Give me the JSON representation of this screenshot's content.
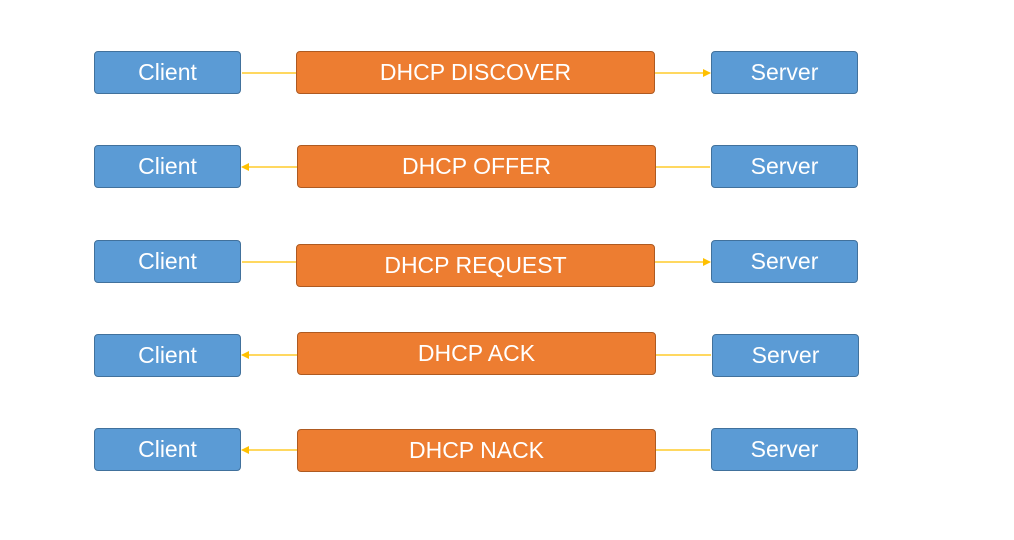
{
  "diagram": {
    "rows": [
      {
        "client": "Client",
        "message": "DHCP DISCOVER",
        "server": "Server",
        "direction": "client-to-server"
      },
      {
        "client": "Client",
        "message": "DHCP OFFER",
        "server": "Server",
        "direction": "server-to-client"
      },
      {
        "client": "Client",
        "message": "DHCP REQUEST",
        "server": "Server",
        "direction": "client-to-server"
      },
      {
        "client": "Client",
        "message": "DHCP ACK",
        "server": "Server",
        "direction": "server-to-client"
      },
      {
        "client": "Client",
        "message": "DHCP NACK",
        "server": "Server",
        "direction": "server-to-client"
      }
    ],
    "colors": {
      "node_fill": "#5b9bd5",
      "message_fill": "#ed7d31",
      "connector": "#ffc000",
      "text": "#ffffff"
    }
  }
}
